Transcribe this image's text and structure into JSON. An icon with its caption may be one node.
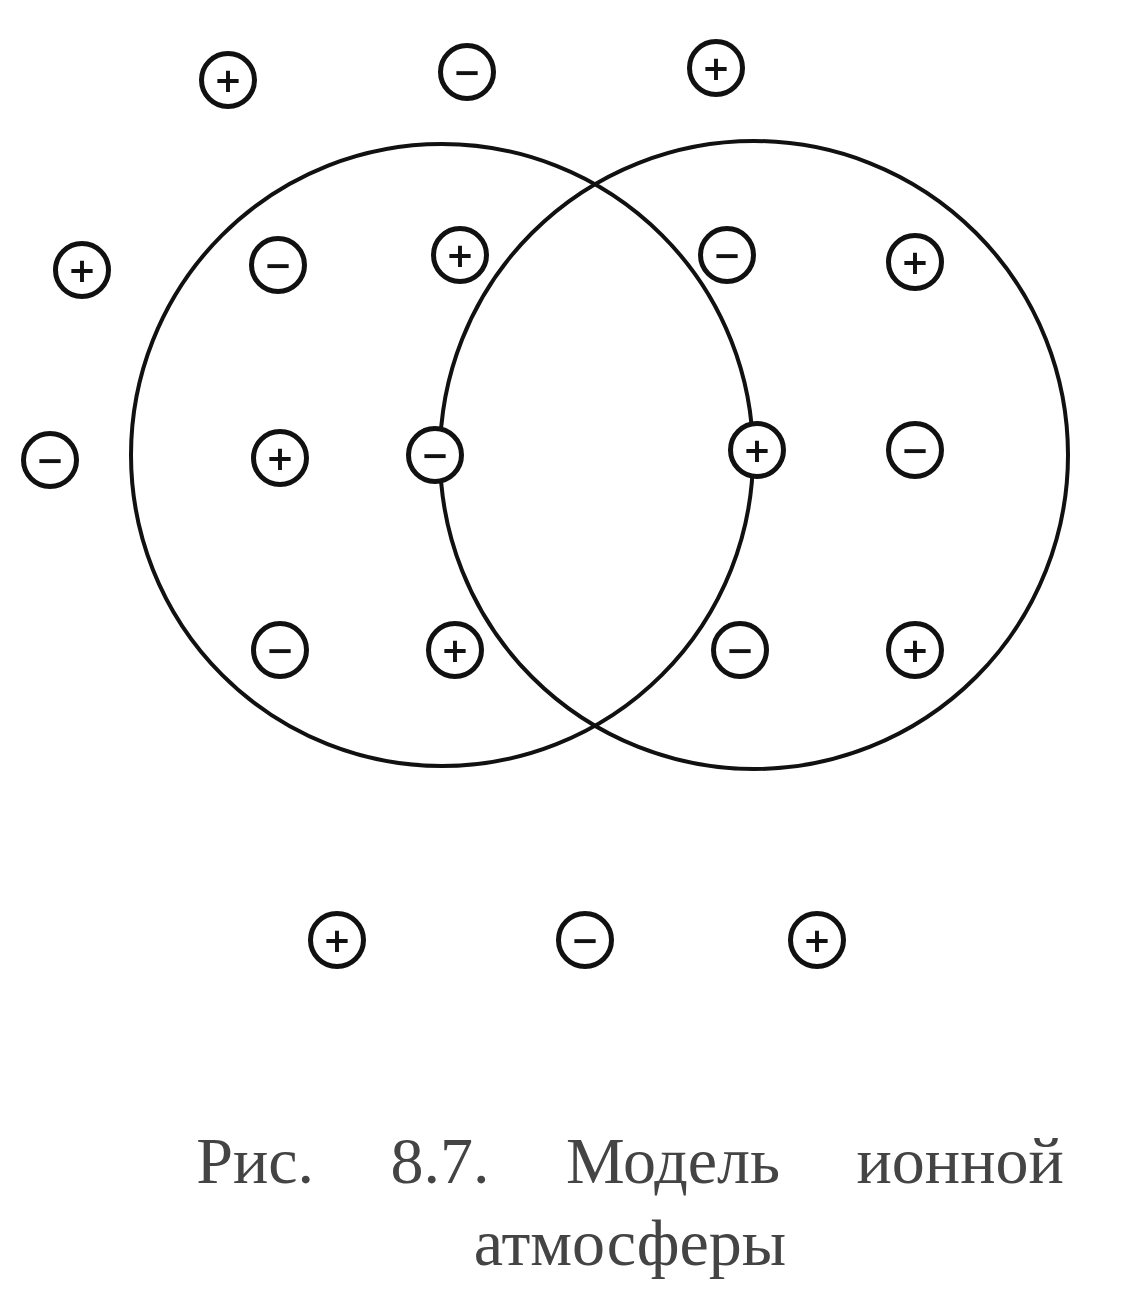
{
  "diagram": {
    "caption": "Рис. 8.7. Модель ионной атмосферы",
    "nodes": [
      {
        "text": [
          "+"
        ]
      },
      {
        "text": [
          "−"
        ]
      },
      {
        "text": [
          "+"
        ]
      },
      {
        "text": [],
        "shape": "circle"
      },
      {
        "text": [],
        "shape": "circle"
      },
      {
        "text": [
          "+"
        ]
      },
      {
        "text": [
          "−"
        ],
        "in": 3
      },
      {
        "text": [
          "+"
        ],
        "in": 3
      },
      {
        "text": [
          "−"
        ],
        "in": 4
      },
      {
        "text": [
          "+"
        ],
        "in": 4
      },
      {
        "text": [
          "−"
        ]
      },
      {
        "text": [
          "+"
        ],
        "in": 3
      },
      {
        "text": [
          "−"
        ],
        "in": 3
      },
      {
        "text": [
          "+"
        ],
        "in": 4
      },
      {
        "text": [
          "−"
        ],
        "in": 4
      },
      {
        "text": [
          "−"
        ],
        "in": 3
      },
      {
        "text": [
          "+"
        ],
        "in": 3
      },
      {
        "text": [
          "−"
        ],
        "in": 4
      },
      {
        "text": [
          "+"
        ],
        "in": 4
      },
      {
        "text": [
          "+"
        ]
      },
      {
        "text": [
          "−"
        ]
      },
      {
        "text": [
          "+"
        ]
      }
    ],
    "edges": []
  }
}
